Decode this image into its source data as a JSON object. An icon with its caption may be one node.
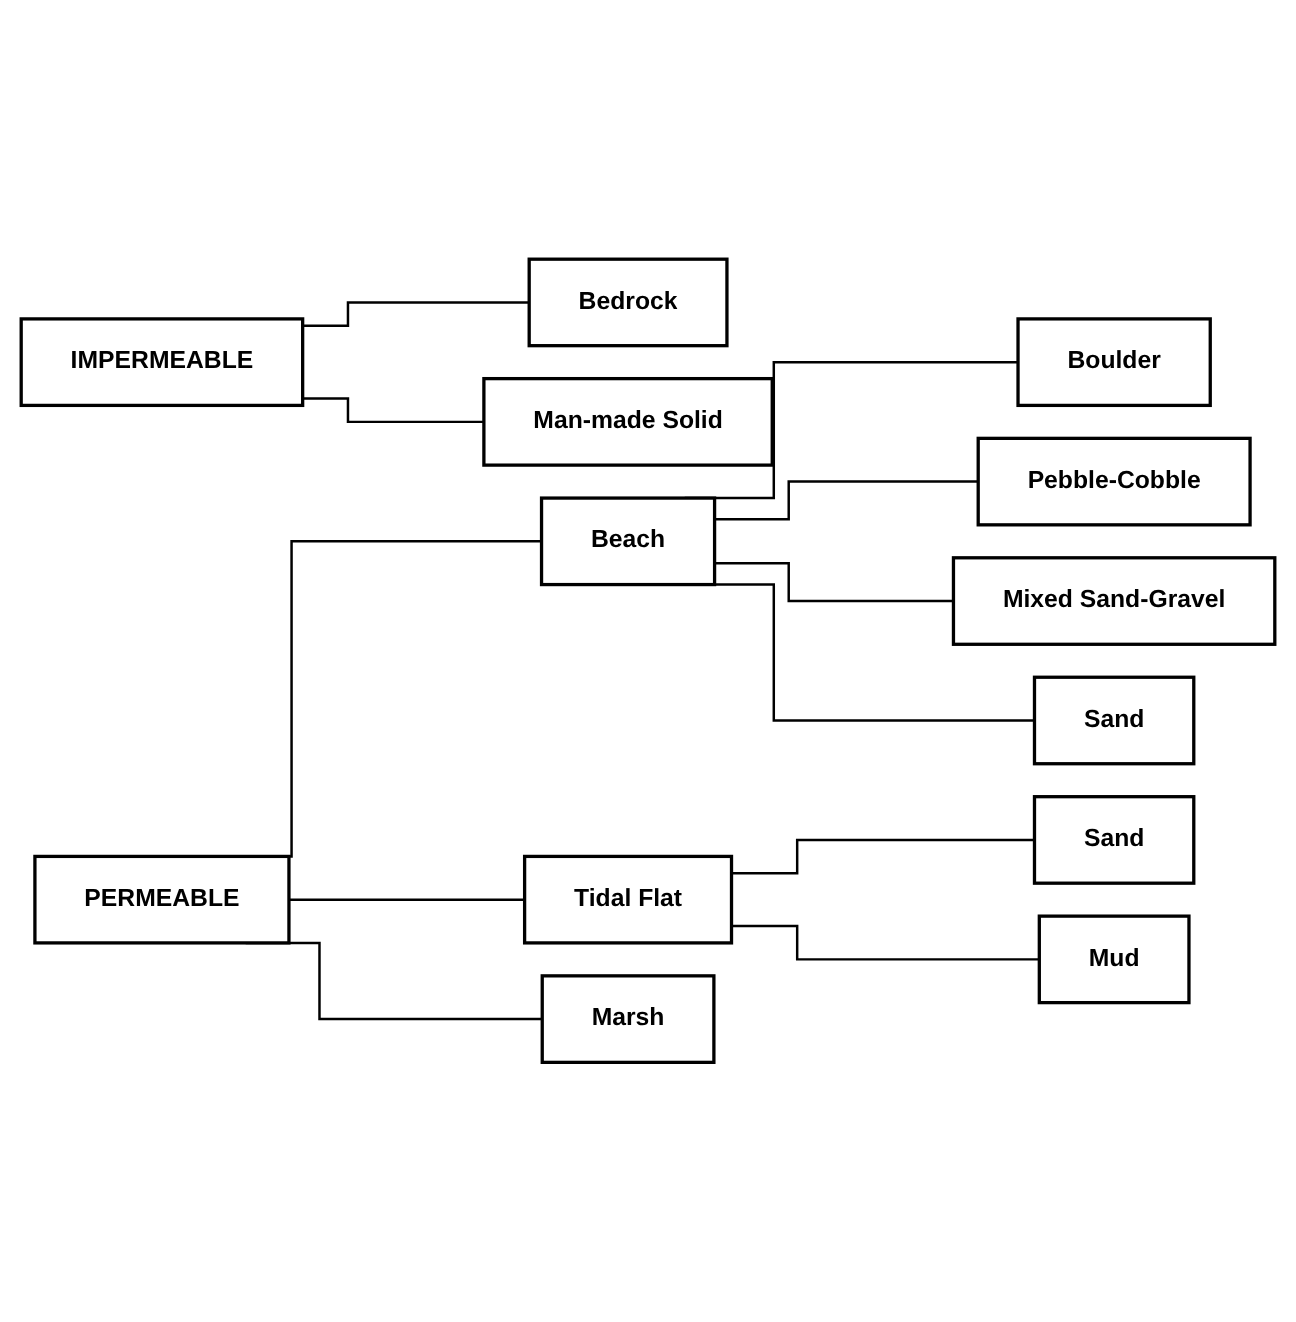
{
  "diagram": {
    "nodes": [
      {
        "text": [
          "IMPERMEABLE"
        ]
      },
      {
        "text": [
          "Bedrock"
        ]
      },
      {
        "text": [
          "Man-made Solid"
        ]
      },
      {
        "text": [
          "PERMEABLE"
        ]
      },
      {
        "text": [
          "Beach"
        ]
      },
      {
        "text": [
          "Boulder"
        ]
      },
      {
        "text": [
          "Pebble-Cobble"
        ]
      },
      {
        "text": [
          "Mixed Sand-Gravel"
        ]
      },
      {
        "text": [
          "Sand"
        ]
      },
      {
        "text": [
          "Tidal Flat"
        ]
      },
      {
        "text": [
          "Sand"
        ]
      },
      {
        "text": [
          "Mud"
        ]
      },
      {
        "text": [
          "Marsh"
        ]
      }
    ],
    "edges": [
      {
        "from": 0,
        "to": 1,
        "arrow": "none"
      },
      {
        "from": 0,
        "to": 2,
        "arrow": "none"
      },
      {
        "from": 3,
        "to": 4,
        "arrow": "none"
      },
      {
        "from": 4,
        "to": 5,
        "arrow": "none"
      },
      {
        "from": 4,
        "to": 6,
        "arrow": "none"
      },
      {
        "from": 4,
        "to": 7,
        "arrow": "none"
      },
      {
        "from": 4,
        "to": 8,
        "arrow": "none"
      },
      {
        "from": 3,
        "to": 9,
        "arrow": "none"
      },
      {
        "from": 9,
        "to": 10,
        "arrow": "none"
      },
      {
        "from": 9,
        "to": 11,
        "arrow": "none"
      },
      {
        "from": 3,
        "to": 12,
        "arrow": "none"
      }
    ]
  }
}
